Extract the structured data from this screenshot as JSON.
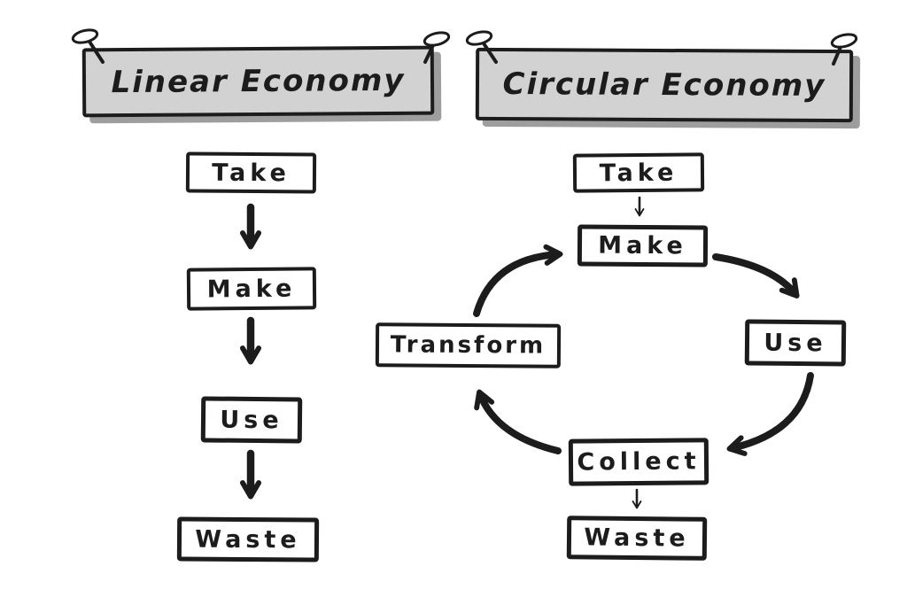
{
  "diagram": {
    "linear": {
      "title": "Linear Economy",
      "steps": [
        "Take",
        "Make",
        "Use",
        "Waste"
      ]
    },
    "circular": {
      "title": "Circular Economy",
      "steps": [
        "Take",
        "Make",
        "Use",
        "Collect",
        "Transform",
        "Waste"
      ]
    },
    "icons": [
      "pushpin-icon",
      "arrow-icon"
    ],
    "colors": {
      "ink": "#1c1c1c",
      "banner_fill": "#d2d2d2",
      "banner_shadow": "#9e9e9e",
      "background": "#ffffff"
    }
  }
}
